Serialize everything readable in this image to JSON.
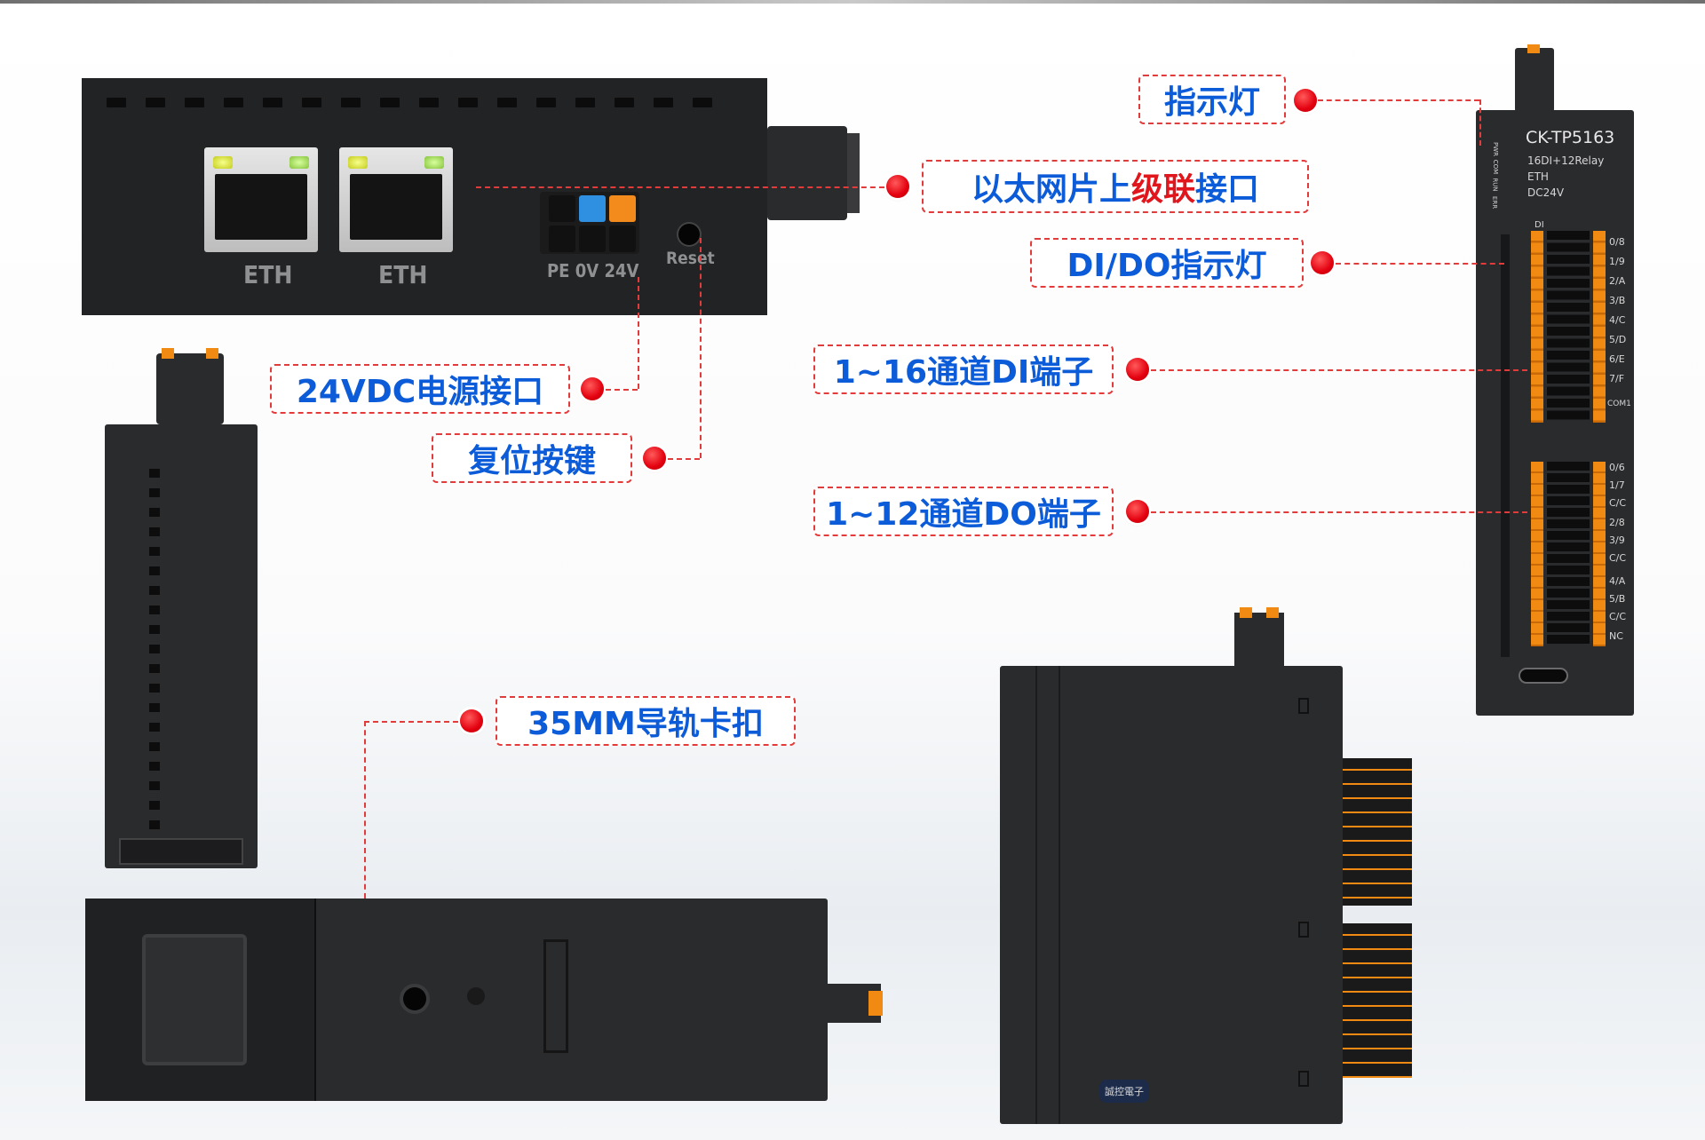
{
  "callouts": {
    "indicator": "指示灯",
    "ethernet_pre": "以太网片上",
    "ethernet_red": "级联",
    "ethernet_post": "接口",
    "dido_indicator": "DI/DO指示灯",
    "di_terminal": "1~16通道DI端子",
    "do_terminal": "1~12通道DO端子",
    "power_port": "24VDC电源接口",
    "reset_button": "复位按键",
    "rail_clip": "35MM导轨卡扣"
  },
  "top_view": {
    "eth_label_1": "ETH",
    "eth_label_2": "ETH",
    "power_label": "PE 0V 24V",
    "reset_label": "Reset"
  },
  "module": {
    "model": "CK-TP5163",
    "spec_line_1": "16DI+12Relay",
    "spec_line_2": "ETH",
    "spec_line_3": "DC24V",
    "led_labels": [
      "PWR",
      "COM",
      "RUN",
      "ERR"
    ],
    "di_header": "DI",
    "di_channels": [
      "0/8",
      "1/9",
      "2/A",
      "3/B",
      "4/C",
      "5/D",
      "6/E",
      "7/F"
    ],
    "di_common": "COM1",
    "do_channels": [
      "0/6",
      "1/7",
      "C/C",
      "2/8",
      "3/9",
      "C/C",
      "4/A",
      "5/B",
      "C/C",
      "NC"
    ]
  },
  "side_view": {
    "badge": "誠控電子"
  },
  "colors": {
    "callout_text": "#0c5bd8",
    "callout_highlight": "#e0161c",
    "callout_border": "#e23b3b",
    "terminal_orange": "#f08a12",
    "terminal_blue": "#2f8fe0",
    "body_dark": "#2a2b2d"
  }
}
